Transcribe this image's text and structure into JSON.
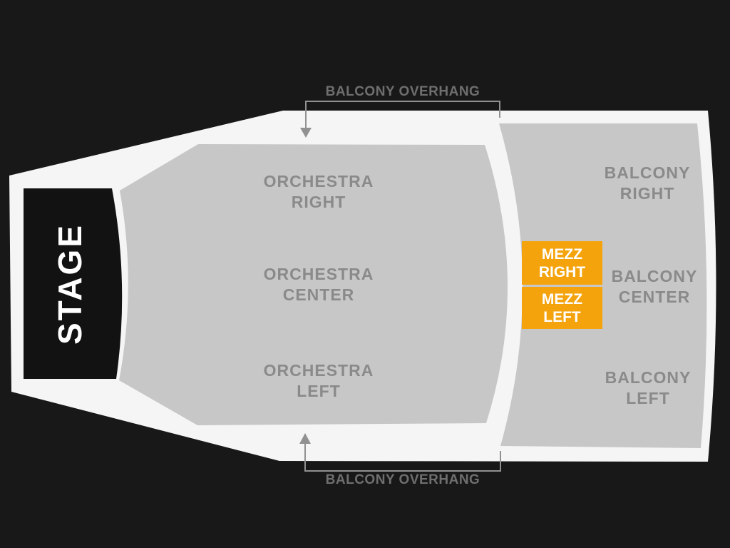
{
  "stage": {
    "label": "STAGE"
  },
  "overhang": {
    "top": "BALCONY OVERHANG",
    "bottom": "BALCONY OVERHANG"
  },
  "sections": {
    "orchestra_right": "ORCHESTRA\nRIGHT",
    "orchestra_center": "ORCHESTRA\nCENTER",
    "orchestra_left": "ORCHESTRA\nLEFT",
    "balcony_right": "BALCONY\nRIGHT",
    "balcony_center": "BALCONY\nCENTER",
    "balcony_left": "BALCONY\nLEFT",
    "mezz_right": "MEZZ\nRIGHT",
    "mezz_left": "MEZZ\nLEFT"
  },
  "colors": {
    "bg": "#181818",
    "floor": "#f5f5f5",
    "section": "#c7c7c7",
    "stage-bg": "#121212",
    "stage-text": "#ffffff",
    "label": "#8a8a8a",
    "overhang": "#6f6f6f",
    "bracket": "#919191",
    "mezz": "#f4a30c",
    "mezz-text": "#ffffff"
  }
}
